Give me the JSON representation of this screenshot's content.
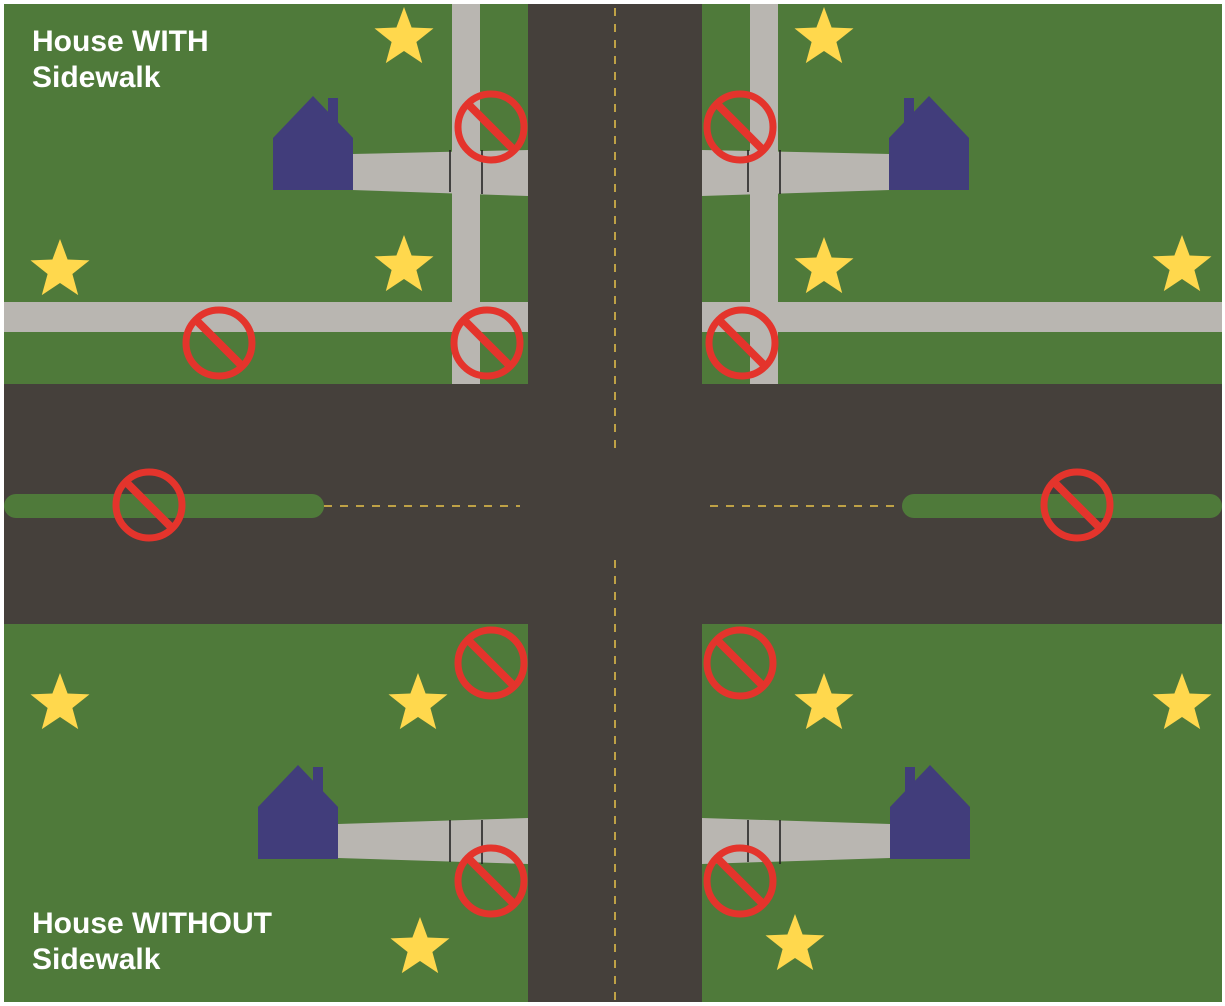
{
  "labels": {
    "with_sidewalk": {
      "line1": "House WITH",
      "line2": "Sidewalk"
    },
    "without_sidewalk": {
      "line1": "House WITHOUT",
      "line2": "Sidewalk"
    }
  },
  "legend_symbols": {
    "star": "allowed-placement-icon",
    "no_symbol": "prohibited-placement-icon",
    "house": "house-icon"
  },
  "colors": {
    "grass": "#4F7A3A",
    "road": "#45403B",
    "sidewalk": "#B9B6B1",
    "house": "#413D7B",
    "center_line": "#E8C24A",
    "star": "#FFD84D",
    "no_symbol": "#E4342C"
  }
}
